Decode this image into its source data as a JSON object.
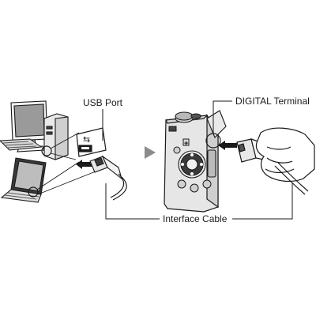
{
  "labels": {
    "usb_port": "USB Port",
    "digital_terminal": "DIGITAL Terminal",
    "interface_cable": "Interface Cable"
  },
  "icons": {
    "usb_symbol": "⇆"
  },
  "colors": {
    "line": "#1a1a1a",
    "device_fill": "#e6e6e6",
    "device_dark": "#3a3a3a",
    "arrow": "#8c8c8c"
  }
}
